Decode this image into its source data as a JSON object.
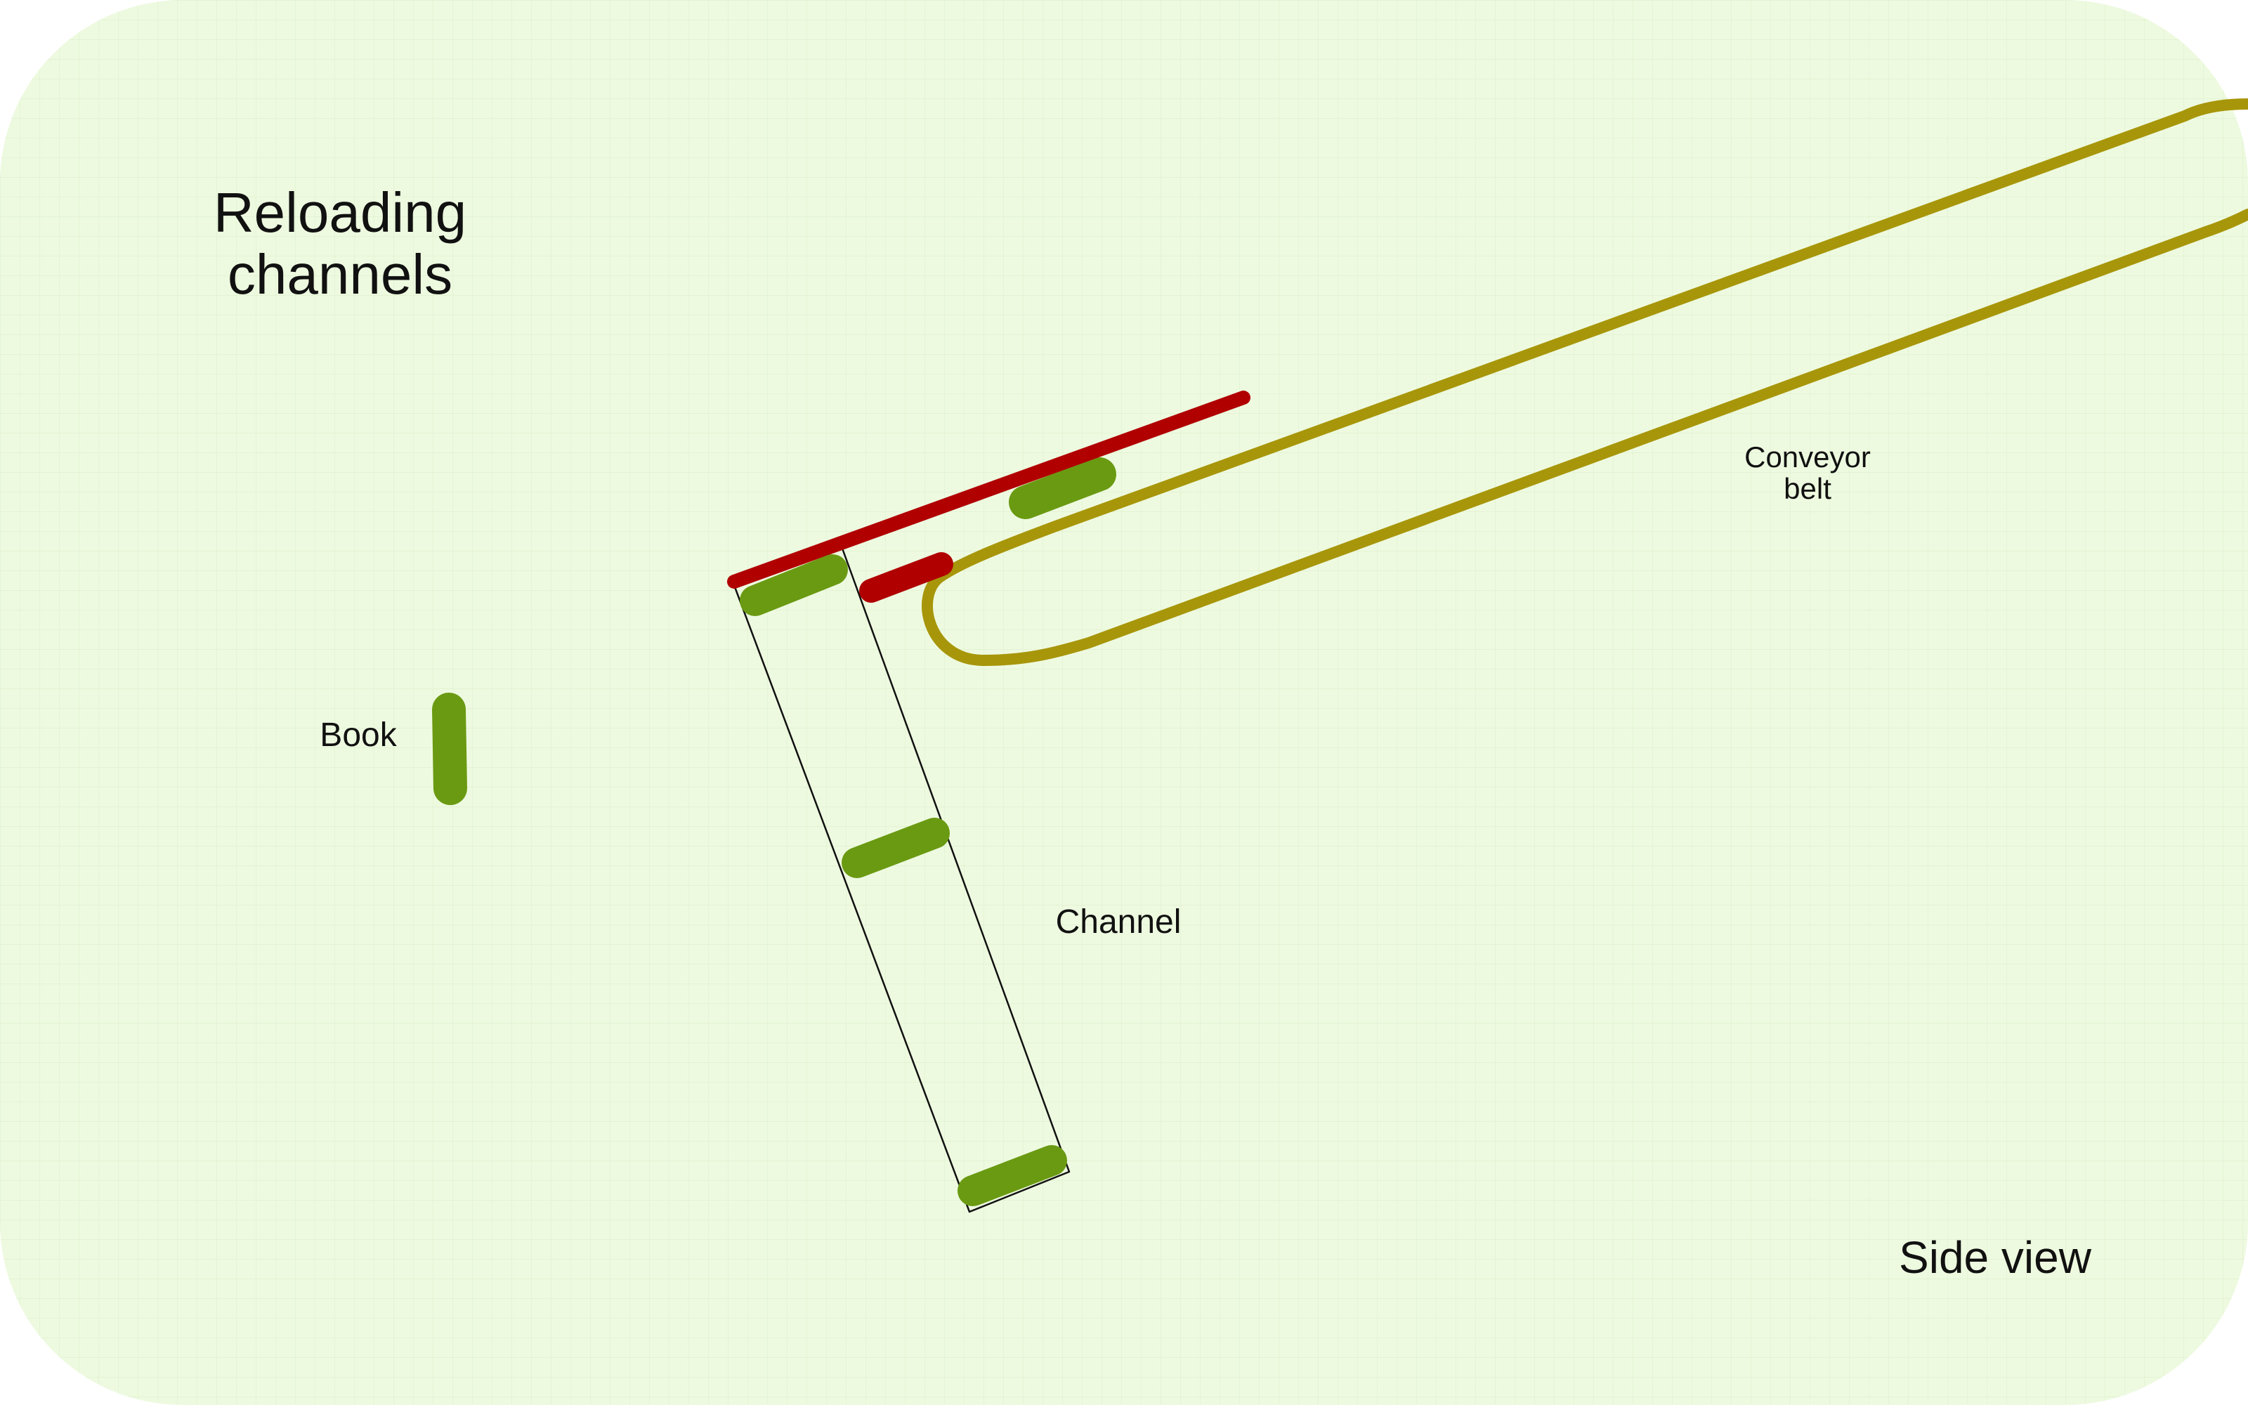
{
  "diagram": {
    "title_line1": "Reloading",
    "title_line2": "channels",
    "book_label": "Book",
    "channel_label": "Channel",
    "conveyor_label_line1": "Conveyor",
    "conveyor_label_line2": "belt",
    "view_label": "Side view"
  },
  "colors": {
    "background": "#eefae0",
    "grid": "#dcefcb",
    "book": "#6a9a12",
    "barrier": "#b00000",
    "belt": "#a8960a",
    "channel_outline": "#111111",
    "text": "#111111"
  }
}
